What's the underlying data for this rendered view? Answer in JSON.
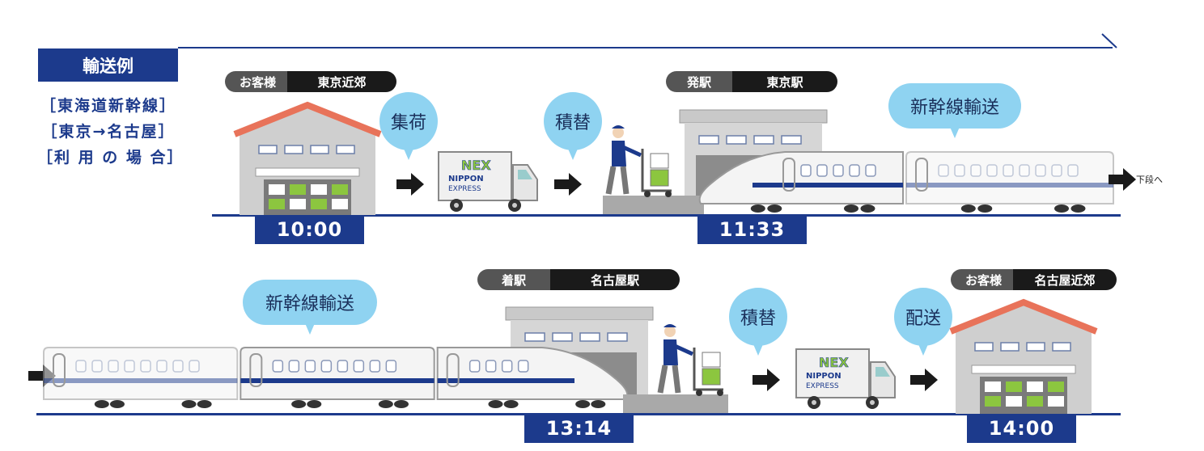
{
  "header": {
    "title": "輸送例",
    "desc_lines": [
      "［東海道新幹線］",
      "［東京→名古屋］",
      "［利 用 の 場 合］"
    ]
  },
  "row1": {
    "customer_badge": {
      "label": "お客様",
      "place": "東京近郊"
    },
    "departure_badge": {
      "label": "発駅",
      "place": "東京駅"
    },
    "steps": [
      "集荷",
      "積替",
      "新幹線輸送"
    ],
    "times": [
      "10:00",
      "11:33"
    ],
    "continue_label": "下段へ"
  },
  "row2": {
    "arrival_badge": {
      "label": "着駅",
      "place": "名古屋駅"
    },
    "customer_badge": {
      "label": "お客様",
      "place": "名古屋近郊"
    },
    "steps": [
      "新幹線輸送",
      "積替",
      "配送"
    ],
    "times": [
      "13:14",
      "14:00"
    ]
  },
  "truck_logo": {
    "mark": "NEX",
    "line1": "NIPPON",
    "line2": "EXPRESS"
  },
  "colors": {
    "navy": "#1c3a8c",
    "bubble": "#8fd3f1",
    "roof": "#e8735a",
    "green": "#8cc63f"
  }
}
